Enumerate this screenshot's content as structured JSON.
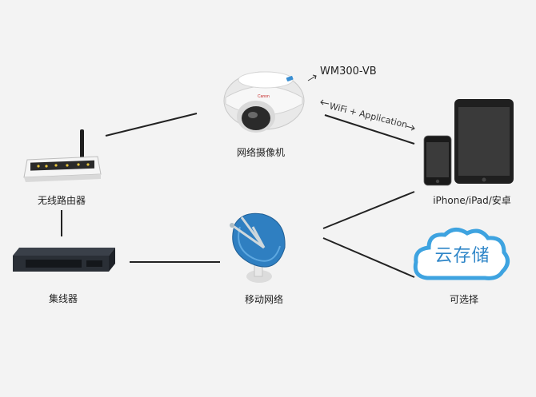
{
  "nodes": {
    "router": {
      "label": "无线路由器"
    },
    "camera": {
      "label": "网络摄像机",
      "model": "WM300-VB"
    },
    "mobile": {
      "label": "iPhone/iPad/安卓"
    },
    "hub": {
      "label": "集线器"
    },
    "cellular": {
      "label": "移动网络"
    },
    "cloud": {
      "label": "可选择",
      "text": "云存储"
    }
  },
  "edges": {
    "camera_mobile": {
      "label": "WiFi + Application"
    }
  },
  "colors": {
    "background": "#f3f3f3",
    "line": "#222222",
    "cloud_fill": "#3ea3e0",
    "cloud_text": "#2f86c8",
    "dish_blue": "#2f7fc1"
  },
  "icons": [
    "router-icon",
    "camera-icon",
    "ipad-icon",
    "iphone-icon",
    "switch-icon",
    "satellite-dish-icon",
    "cloud-icon",
    "arrow-icon"
  ]
}
